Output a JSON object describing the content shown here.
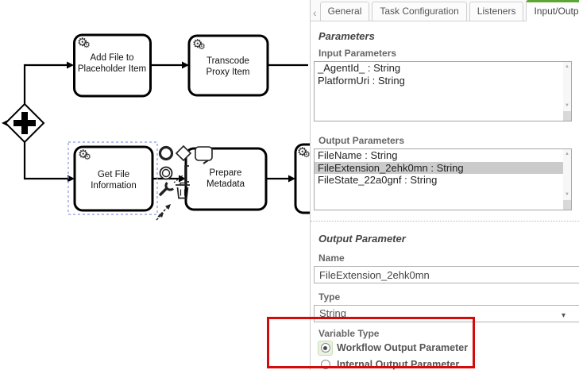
{
  "icons": {
    "gear_glyph": "⚙",
    "back_chevron": "‹",
    "dropdown_arrow": "▾",
    "scroll_up": "▲",
    "scroll_down": "▼"
  },
  "colors": {
    "active_tab_green": "#5aa733",
    "highlight_red": "#d40b0b",
    "selection_dash_blue": "#8d93e6",
    "selected_row_gray": "#cbcbcb"
  },
  "diagram": {
    "gateway": "parallel-gateway",
    "tasks": [
      {
        "label": "Add File to Placeholder Item"
      },
      {
        "label": "Transcode Proxy Item"
      },
      {
        "label": "Get File Information",
        "selected": true
      },
      {
        "label": "Prepare Metadata"
      }
    ],
    "context_pad": [
      "append-end-event",
      "append-gateway",
      "append-task",
      "append-intermediate-event",
      "text-annotation",
      "change-type-wrench",
      "delete-trash",
      "connect-arrow"
    ]
  },
  "panel": {
    "tabs": [
      {
        "label": "General",
        "active": false
      },
      {
        "label": "Task Configuration",
        "active": false
      },
      {
        "label": "Listeners",
        "active": false
      },
      {
        "label": "Input/Output",
        "active": true
      }
    ],
    "parameters_heading": "Parameters",
    "input_parameters": {
      "label": "Input Parameters",
      "items": [
        "_AgentId_ : String",
        "PlatformUri : String"
      ]
    },
    "output_parameters": {
      "label": "Output Parameters",
      "items": [
        "FileName : String",
        "FileExtension_2ehk0mn : String",
        "FileState_22a0gnf : String"
      ],
      "selected_index": 1
    },
    "output_parameter_heading": "Output Parameter",
    "name_field": {
      "label": "Name",
      "value": "FileExtension_2ehk0mn"
    },
    "type_field": {
      "label": "Type",
      "value": "String"
    },
    "variable_type": {
      "label": "Variable Type",
      "options": [
        {
          "label": "Workflow Output Parameter",
          "selected": true
        },
        {
          "label": "Internal Output Parameter",
          "selected": false
        }
      ]
    }
  }
}
